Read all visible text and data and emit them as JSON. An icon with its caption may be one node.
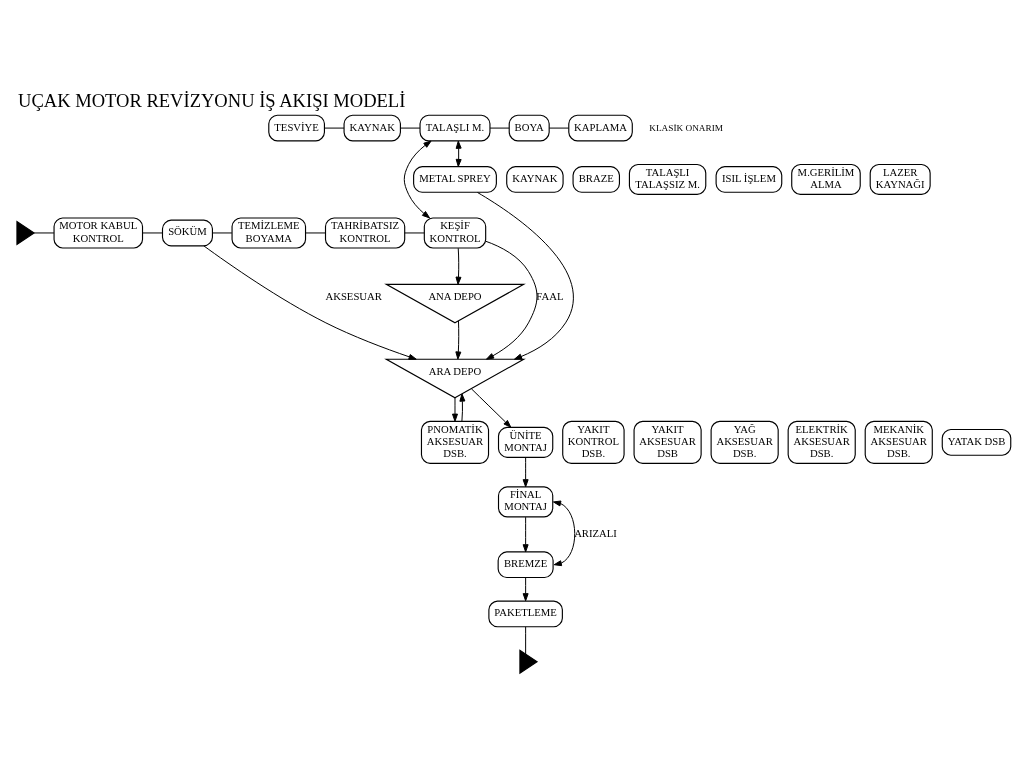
{
  "diagram": {
    "title": "UÇAK MOTOR REVİZYONU İŞ AKIŞI MODELİ",
    "nodes": [
      {
        "text": [],
        "shape": "triangle"
      },
      {
        "text": [
          "MOTOR KABUL KONTROL"
        ]
      },
      {
        "text": [
          "SÖKÜM"
        ]
      },
      {
        "text": [
          "TEMİZLEME BOYAMA"
        ]
      },
      {
        "text": [
          "TAHRİBATSIZ KONTROL"
        ]
      },
      {
        "text": [
          "KEŞİF KONTROL"
        ]
      },
      {
        "text": [
          "ANA DEPO"
        ]
      },
      {
        "text": [
          "ARA DEPO"
        ]
      },
      {
        "text": [
          "TESVİYE"
        ]
      },
      {
        "text": [
          "KAYNAK"
        ]
      },
      {
        "text": [
          "TALAŞLI M."
        ]
      },
      {
        "text": [
          "BOYA"
        ]
      },
      {
        "text": [
          "KAPLAMA"
        ]
      },
      {
        "text": [
          "KAYNAK"
        ]
      },
      {
        "text": [
          "BRAZE"
        ]
      },
      {
        "text": [
          "TALAŞLI TALAŞSIZ M."
        ]
      },
      {
        "text": [
          "METAL SPREY"
        ]
      },
      {
        "text": [
          "ISIL İŞLEM"
        ]
      },
      {
        "text": [
          "M.GERİLİM ALMA"
        ]
      },
      {
        "text": [
          "LAZER KAYNAĞI"
        ]
      },
      {
        "text": [
          "YAKIT KONTROL DSB."
        ]
      },
      {
        "text": [
          "YAKIT AKSESUAR DSB"
        ]
      },
      {
        "text": [
          "YAĞ AKSESUAR DSB."
        ]
      },
      {
        "text": [
          "PNOMATİK AKSESUAR DSB."
        ]
      },
      {
        "text": [
          "ELEKTRİK AKSESUAR DSB."
        ]
      },
      {
        "text": [
          "MEKANİK AKSESUAR DSB."
        ]
      },
      {
        "text": [
          "YATAK DSB"
        ]
      },
      {
        "text": [
          "ÜNİTE MONTAJ"
        ]
      },
      {
        "text": [
          "FİNAL MONTAJ"
        ]
      },
      {
        "text": [
          "BREMZE"
        ]
      },
      {
        "text": [
          "PAKETLEME"
        ]
      },
      {
        "text": [],
        "shape": "triangle"
      }
    ],
    "edges": [
      {
        "from": 0,
        "to": 1,
        "arrow": "none"
      },
      {
        "from": 1,
        "to": 2,
        "arrow": "none"
      },
      {
        "from": 2,
        "to": 3,
        "arrow": "none"
      },
      {
        "from": 3,
        "to": 4,
        "arrow": "none"
      },
      {
        "from": 4,
        "to": 5,
        "arrow": "none"
      },
      {
        "from": 5,
        "to": 10,
        "arrow": "both"
      },
      {
        "from": 8,
        "to": 9,
        "arrow": "none"
      },
      {
        "from": 9,
        "to": 10,
        "arrow": "none"
      },
      {
        "from": 10,
        "to": 11,
        "arrow": "none"
      },
      {
        "from": 11,
        "to": 12,
        "arrow": "none"
      },
      {
        "from": 16,
        "to": 10,
        "arrow": "both"
      },
      {
        "from": 16,
        "to": 7,
        "arrow": "to"
      },
      {
        "from": 5,
        "to": 6,
        "arrow": "to"
      },
      {
        "from": 5,
        "to": 7,
        "arrow": "to",
        "label": "FAAL"
      },
      {
        "from": 6,
        "to": 7,
        "arrow": "to"
      },
      {
        "from": 2,
        "to": 7,
        "arrow": "to",
        "label": "AKSESUAR"
      },
      {
        "from": 7,
        "to": 23,
        "arrow": "to"
      },
      {
        "from": 23,
        "to": 7,
        "arrow": "to"
      },
      {
        "from": 7,
        "to": 27,
        "arrow": "to"
      },
      {
        "from": 27,
        "to": 28,
        "arrow": "to"
      },
      {
        "from": 28,
        "to": 29,
        "arrow": "to"
      },
      {
        "from": 28,
        "to": 29,
        "arrow": "both",
        "label": "ARIZALI"
      },
      {
        "from": 29,
        "to": 30,
        "arrow": "to"
      },
      {
        "from": 30,
        "to": 31,
        "arrow": "none"
      }
    ],
    "labels": [
      "KLASİK ONARIM"
    ]
  }
}
